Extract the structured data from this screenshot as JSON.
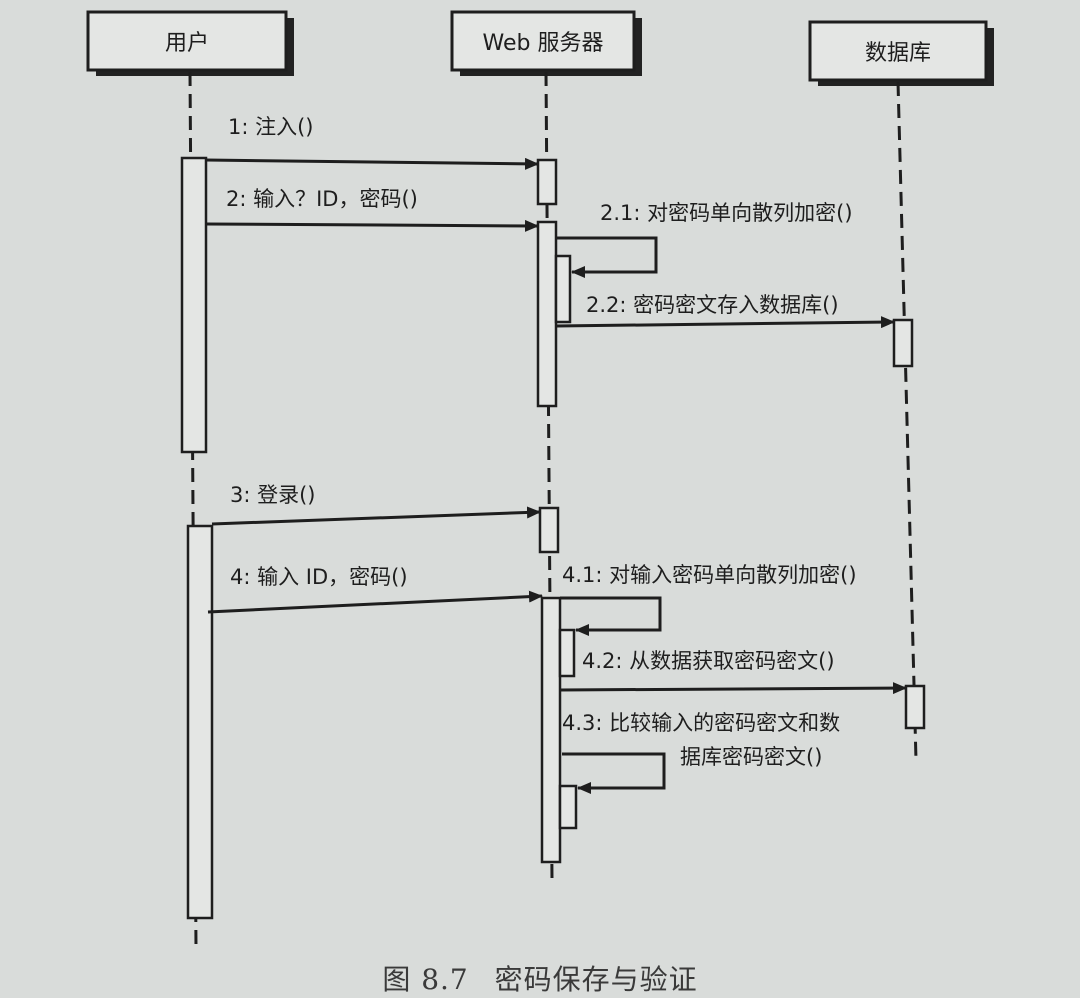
{
  "lifelines": [
    {
      "id": "user",
      "label": "用户"
    },
    {
      "id": "web",
      "label": "Web 服务器"
    },
    {
      "id": "db",
      "label": "数据库"
    }
  ],
  "messages": [
    {
      "label": "1: 注入()"
    },
    {
      "label": "2: 输入？ID，密码()"
    },
    {
      "label": "2.1: 对密码单向散列加密()"
    },
    {
      "label": "2.2: 密码密文存入数据库()"
    },
    {
      "label": "3: 登录()"
    },
    {
      "label": "4: 输入 ID，密码()"
    },
    {
      "label": "4.1: 对输入密码单向散列加密()"
    },
    {
      "label": "4.2: 从数据获取密码密文()"
    },
    {
      "label_line1": "4.3: 比较输入的密码密文和数",
      "label_line2": "据库密码密文()"
    }
  ],
  "caption": {
    "figure": "图 8.7",
    "title": "密码保存与验证"
  },
  "colors": {
    "ink": "#1e1e1e",
    "paper": "#d9dcda",
    "box": "#e4e6e4",
    "shadow": "#222222"
  }
}
